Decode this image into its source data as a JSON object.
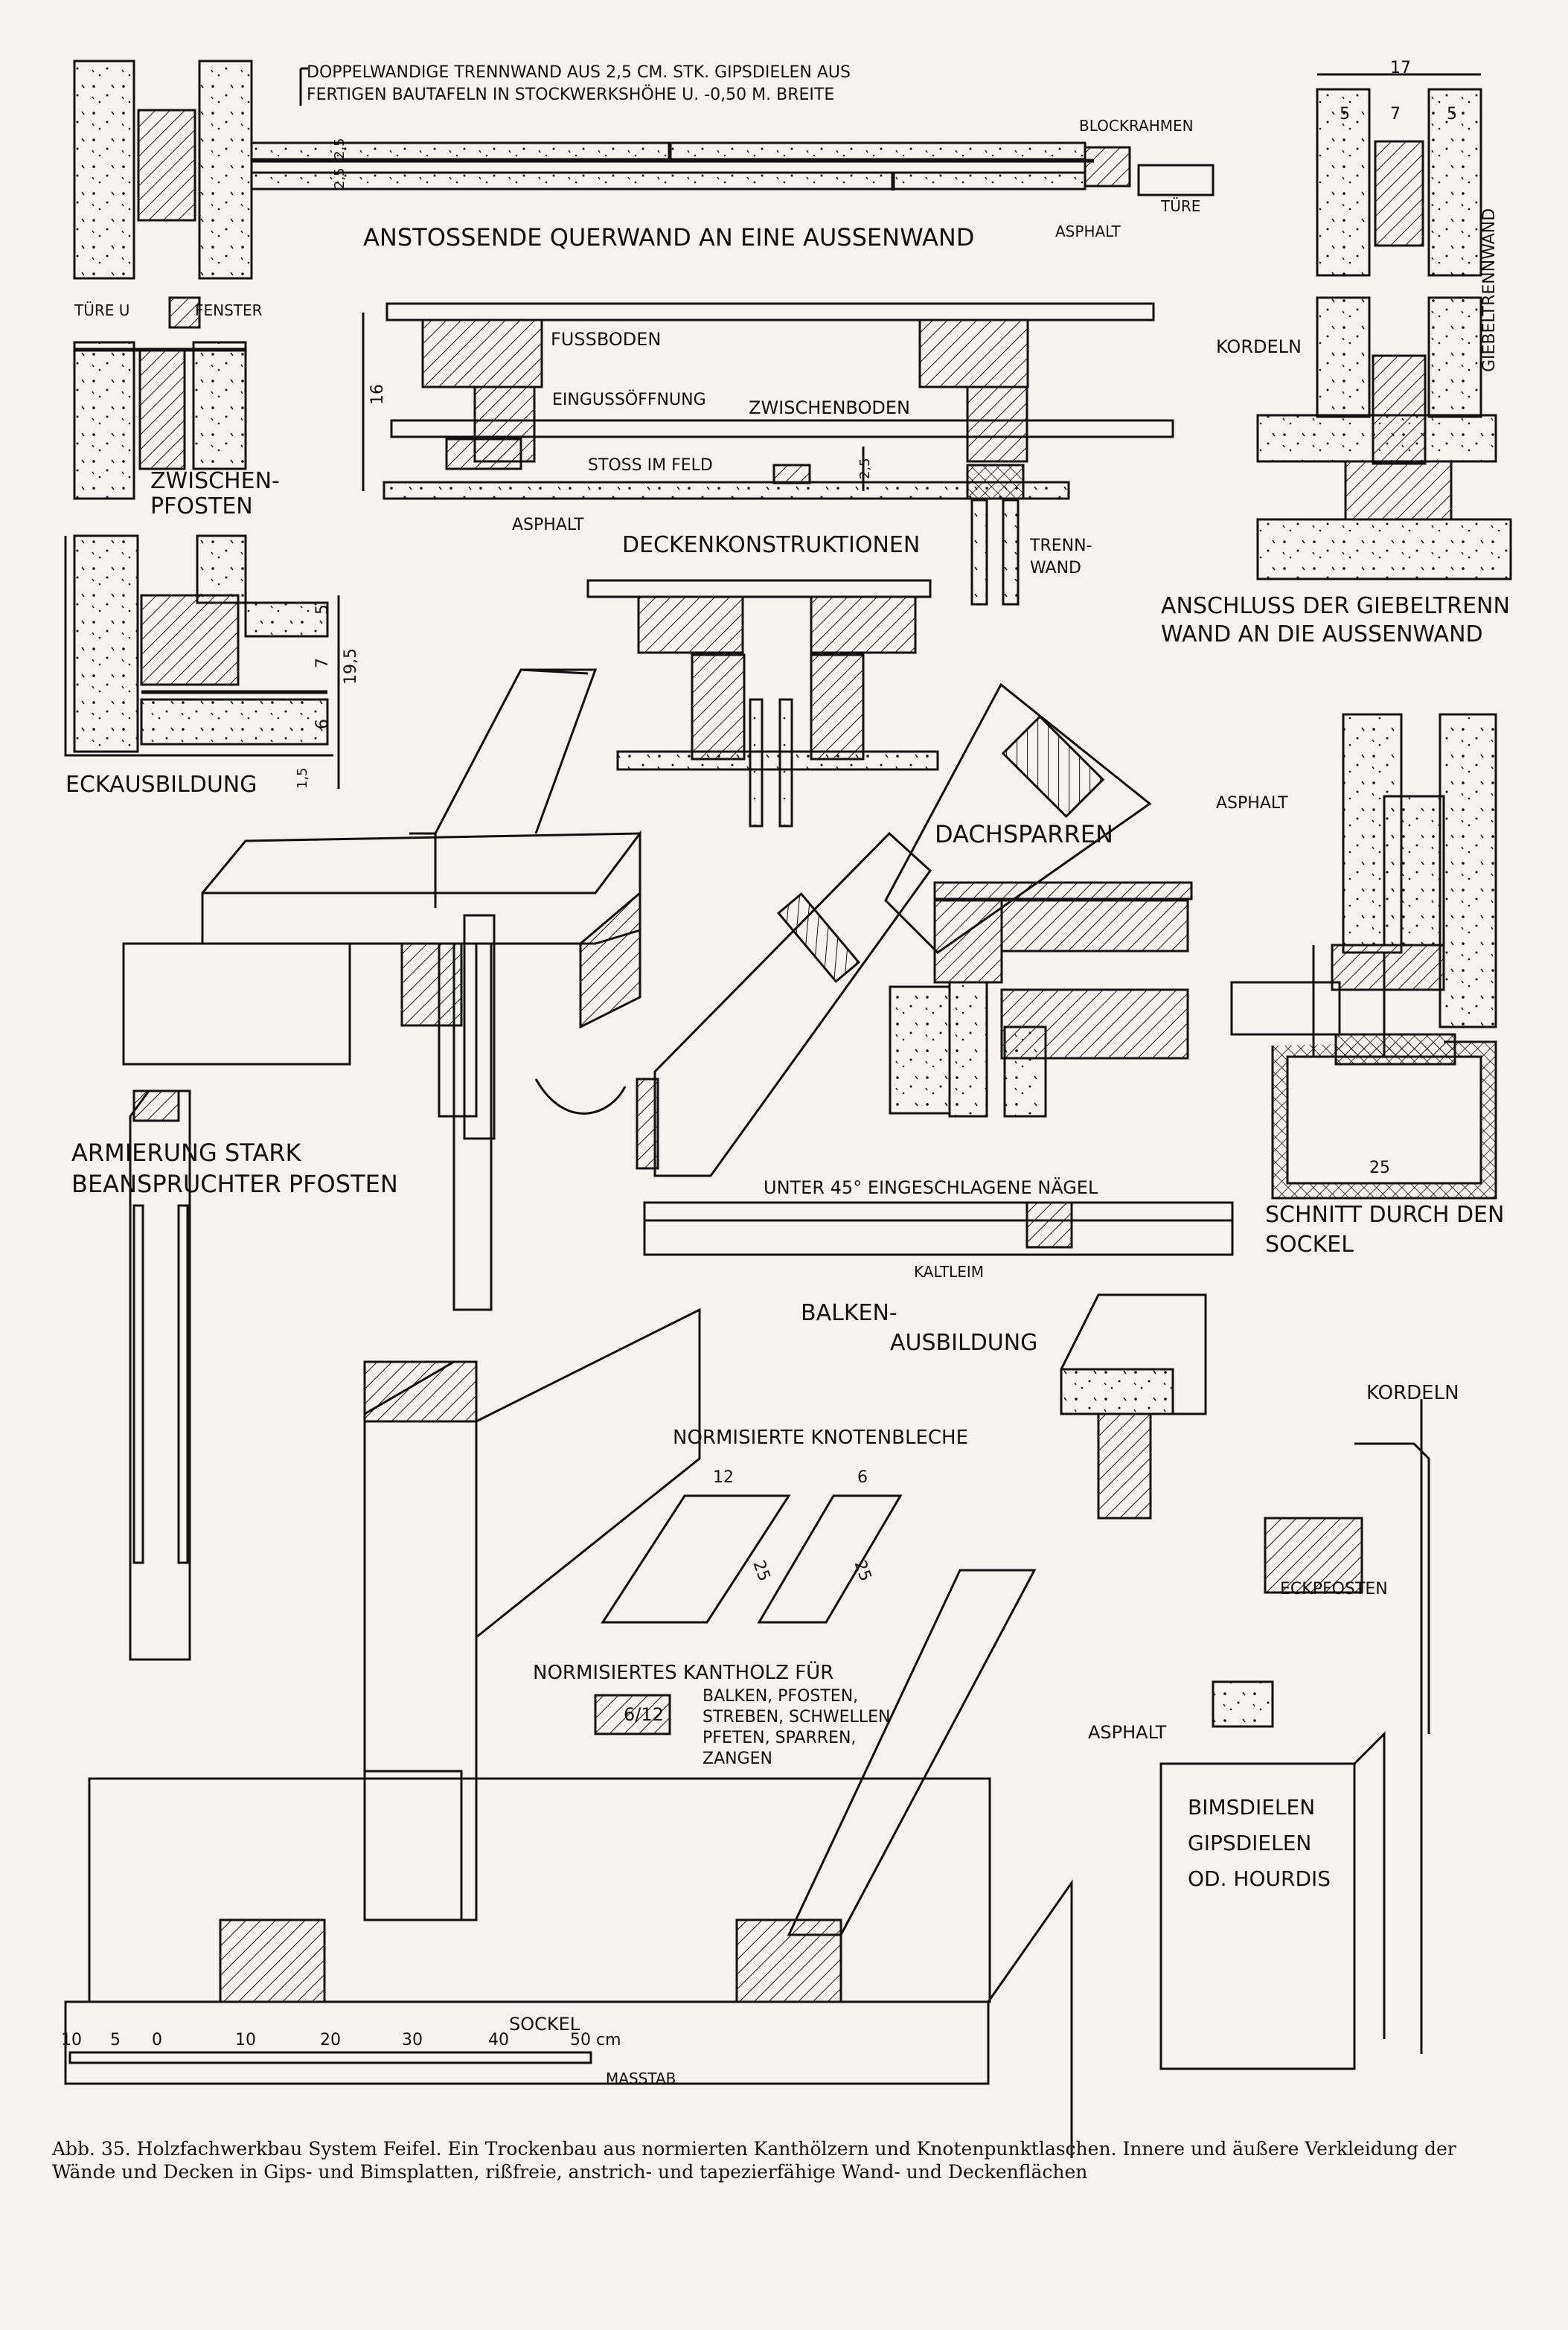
{
  "labels": {
    "doppelwand": "DOPPELWANDIGE TRENNWAND AUS 2,5 CM. STK. GIPSDIELEN AUS",
    "doppelwand2": "FERTIGEN BAUTAFELN IN STOCKWERKSHÖHE U. -0,50 M. BREITE",
    "blockrahmen": "BLOCKRAHMEN",
    "tuere": "TÜRE",
    "asphalt_top": "ASPHALT",
    "anstossende": "ANSTOSSENDE QUERWAND AN EINE AUSSENWAND",
    "tuere_fenster_a": "TÜRE U",
    "tuere_fenster_b": "FENSTER",
    "zwischen_a": "ZWISCHEN-",
    "zwischen_b": "PFOSTEN",
    "fussboden": "FUSSBODEN",
    "eingussoeffnung": "EINGUSSÖFFNUNG",
    "zwischenboden": "ZWISCHENBODEN",
    "stoss": "STOSS IM FELD",
    "asphalt_decke": "ASPHALT",
    "deckenkonstruktionen": "DECKENKONSTRUKTIONEN",
    "trennwand_a": "TRENN-",
    "trennwand_b": "WAND",
    "kordeln_top": "KORDELN",
    "giebeltrennwand": "GIEBELTRENNWAND",
    "anschluss_a": "ANSCHLUSS DER GIEBELTRENN",
    "anschluss_b": "WAND AN DIE AUSSENWAND",
    "eckausbildung": "ECKAUSBILDUNG",
    "dachsparren": "DACHSPARREN",
    "asphalt_sockel": "ASPHALT",
    "armierung_a": "ARMIERUNG STARK",
    "armierung_b": "BEANSPRUCHTER PFOSTEN",
    "naegel": "UNTER 45° EINGESCHLAGENE NÄGEL",
    "kaltleim": "KALTLEIM",
    "schnitt_a": "SCHNITT DURCH DEN",
    "schnitt_b": "SOCKEL",
    "balken_a": "BALKEN-",
    "balken_b": "AUSBILDUNG",
    "knotenbleche": "NORMISIERTE KNOTENBLECHE",
    "kantholz_a": "NORMISIERTES KANTHOLZ FÜR",
    "kantholz_b": "BALKEN, PFOSTEN,",
    "kantholz_c": "STREBEN, SCHWELLEN",
    "kantholz_d": "PFETEN, SPARREN,",
    "kantholz_e": "ZANGEN",
    "kantholz_dim": "6/12",
    "kordeln_bottom": "KORDELN",
    "eckpfosten": "ECKPFOSTEN",
    "asphalt_bottom": "ASPHALT",
    "bimsdielen": "BIMSDIELEN",
    "gipsdielen": "GIPSDIELEN",
    "hourdis": "OD. HOURDIS",
    "sockel": "SOCKEL",
    "masstab": "MASSTAB"
  },
  "dimensions": {
    "d17": "17",
    "d5a": "5",
    "d7a": "7",
    "d5b": "5",
    "d25_top_a": "2,5",
    "d25_top_b": "2,5",
    "d16": "16",
    "d25_decke": "2,5",
    "d5c": "5",
    "d7b": "7",
    "d195": "19,5",
    "d6": "6",
    "d15": "1,5",
    "d25_sockel": "25",
    "d12": "12",
    "d6b": "6",
    "d25_blech_a": "25",
    "d25_blech_b": "25"
  },
  "scale": {
    "ticks": [
      "10",
      "5",
      "0",
      "10",
      "20",
      "30",
      "40",
      "50 cm"
    ]
  },
  "caption": "Abb. 35. Holzfachwerkbau System Feifel. Ein Trockenbau aus normierten Kanthölzern und Knotenpunktlaschen. Innere und äußere Verkleidung der Wände und Decken in Gips- und Bimsplatten, rißfreie, anstrich- und tapezierfähige Wand- und Deckenflächen",
  "colors": {
    "ink": "#111111",
    "paper": "#f4f3ef"
  }
}
